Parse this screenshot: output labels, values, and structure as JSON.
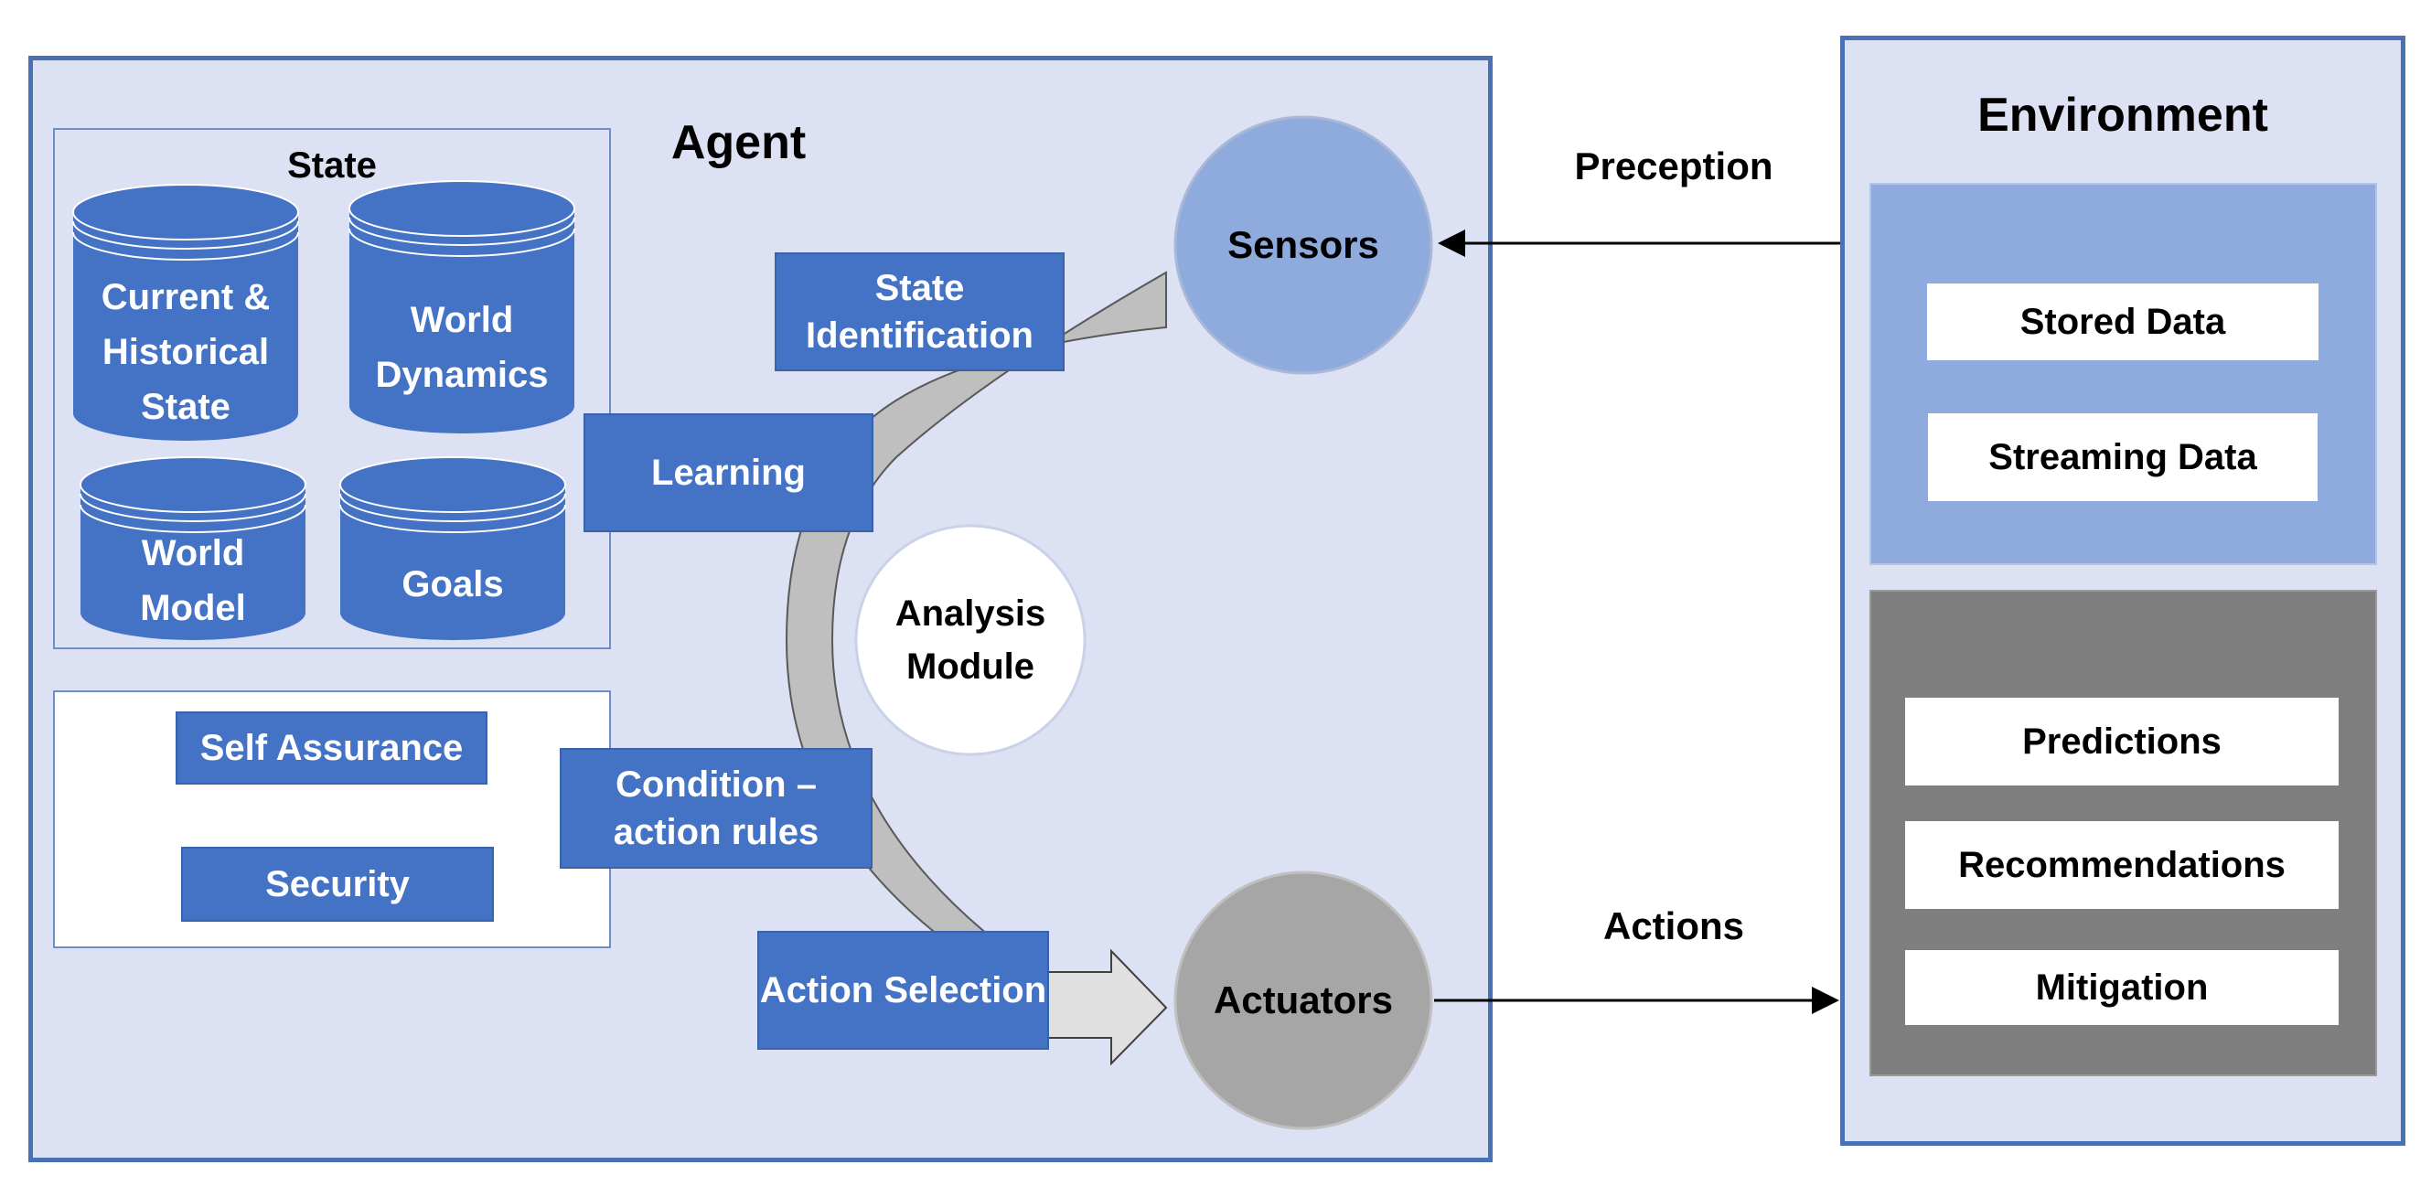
{
  "agent": {
    "title": "Agent",
    "state": {
      "title": "State",
      "cylinders": [
        {
          "label": "Current & Historical State"
        },
        {
          "label": "World Dynamics"
        },
        {
          "label": "World Model"
        },
        {
          "label": "Goals"
        }
      ]
    },
    "assurance": {
      "self_assurance": "Self Assurance",
      "security": "Security"
    },
    "cycle": {
      "state_identification": "State Identification",
      "learning": "Learning",
      "condition_action_rules": "Condition – action rules",
      "action_selection": "Action Selection",
      "analysis_module": "Analysis Module"
    },
    "sensors": "Sensors",
    "actuators": "Actuators"
  },
  "arrows": {
    "perception": "Preception",
    "actions": "Actions"
  },
  "environment": {
    "title": "Environment",
    "data_items": [
      "Stored Data",
      "Streaming Data"
    ],
    "output_items": [
      "Predictions",
      "Recommendations",
      "Mitigation"
    ]
  },
  "colors": {
    "panel_fill": "#dce1f3",
    "panel_border": "#4a70b6",
    "box_blue": "#4472c4",
    "sensors": "#8faadc",
    "actuators": "#a6a6a6",
    "env_data_bg": "#8faadc",
    "env_output_bg": "#7f7f7f"
  },
  "icons": {
    "data_store": "cylinder-icon"
  }
}
